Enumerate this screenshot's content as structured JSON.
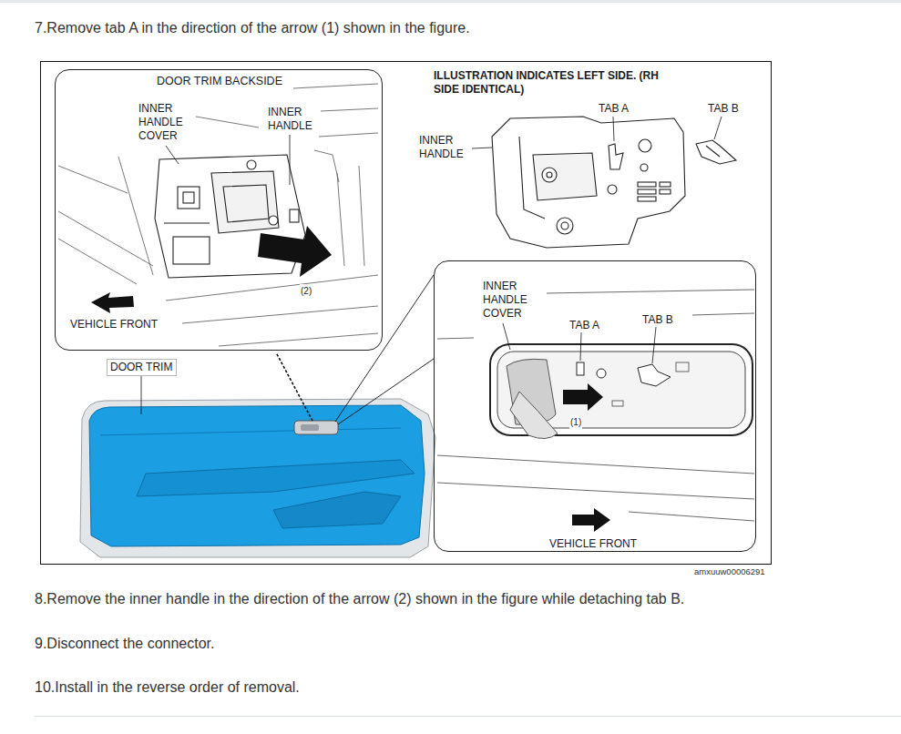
{
  "diagram": {
    "nodes": [
      {
        "text": [
          "DOOR TRIM BACKSIDE",
          "INNER HANDLE COVER",
          "INNER HANDLE",
          "(2)",
          "VEHICLE FRONT"
        ]
      },
      {
        "text": [
          "INNER HANDLE COVER",
          "TAB A",
          "TAB B",
          "(1)",
          "VEHICLE FRONT"
        ]
      },
      {
        "text": [
          "DOOR TRIM"
        ]
      }
    ],
    "labels": [
      "7.Remove tab A in the direction of the arrow (1) shown in the figure.",
      "ILLUSTRATION INDICATES LEFT SIDE. (RH SIDE IDENTICAL)",
      "INNER HANDLE",
      "TAB A",
      "TAB B",
      "amxuuw00006291",
      "8.Remove the inner handle in the direction of the arrow (2) shown in the figure while detaching tab B.",
      "9.Disconnect the connector.",
      "10.Install in the reverse order of removal."
    ]
  }
}
